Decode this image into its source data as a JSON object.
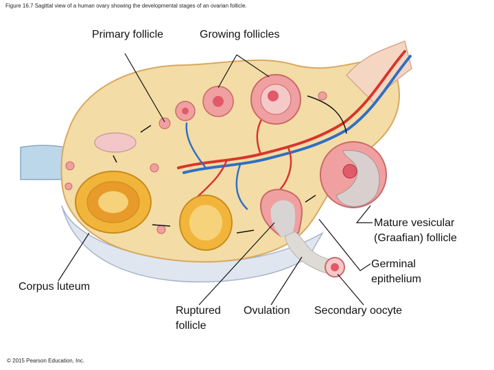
{
  "caption": "Figure 16.7 Sagittal view of a human ovary showing the developmental stages of an ovarian follicle.",
  "copyright": "© 2015 Pearson Education, Inc.",
  "labels": {
    "primary_follicle": "Primary follicle",
    "growing_follicles": "Growing follicles",
    "mature_follicle": [
      "Mature vesicular",
      "(Graafian) follicle"
    ],
    "germinal_epithelium": [
      "Germinal",
      "epithelium"
    ],
    "corpus_luteum": "Corpus luteum",
    "ruptured_follicle": [
      "Ruptured",
      "follicle"
    ],
    "ovulation": "Ovulation",
    "secondary_oocyte": "Secondary oocyte"
  },
  "colors": {
    "stroma": "#f3dca6",
    "capsule": "#e9c98a",
    "follicle": "#f0a0a0",
    "antrum": "#d9cfcf",
    "corpus": "#f2b53c",
    "artery": "#d8352a",
    "vein": "#2f6fc4"
  }
}
